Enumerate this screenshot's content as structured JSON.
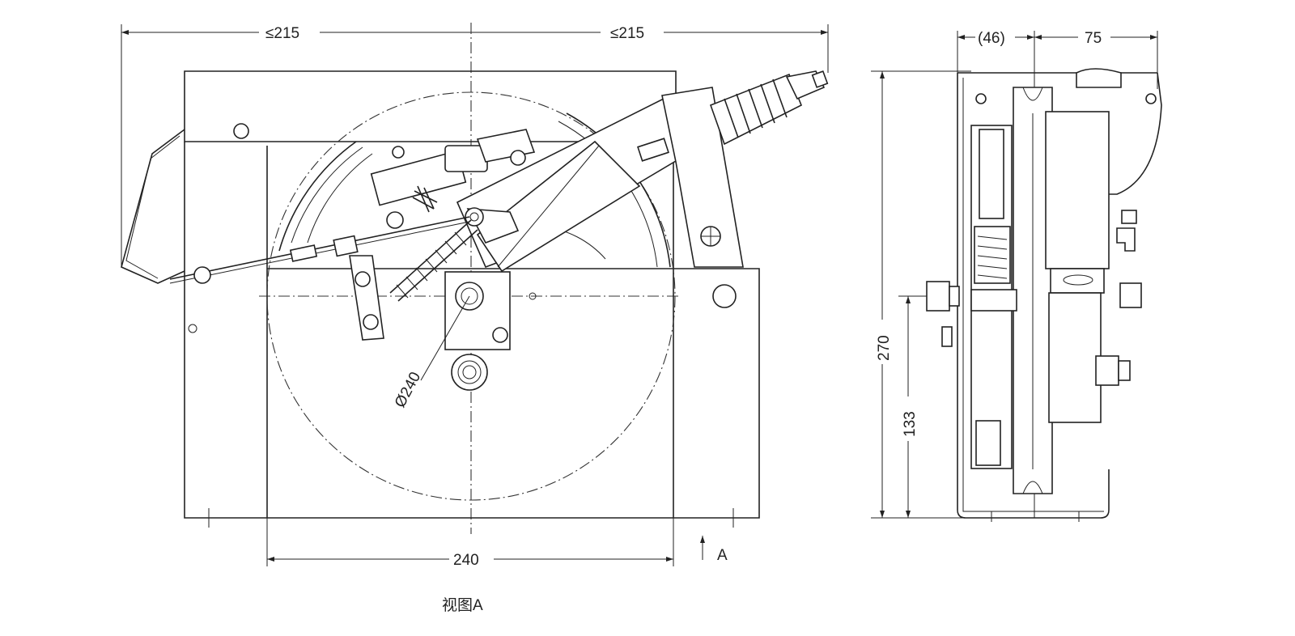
{
  "front_view": {
    "dim_left": "≤215",
    "dim_right": "≤215",
    "dim_bottom": "240",
    "dim_diameter": "Ø240",
    "view_arrow_label": "A"
  },
  "side_view": {
    "dim_top_left": "(46)",
    "dim_top_right": "75",
    "dim_height": "270",
    "dim_center": "133"
  },
  "caption": "视图A"
}
